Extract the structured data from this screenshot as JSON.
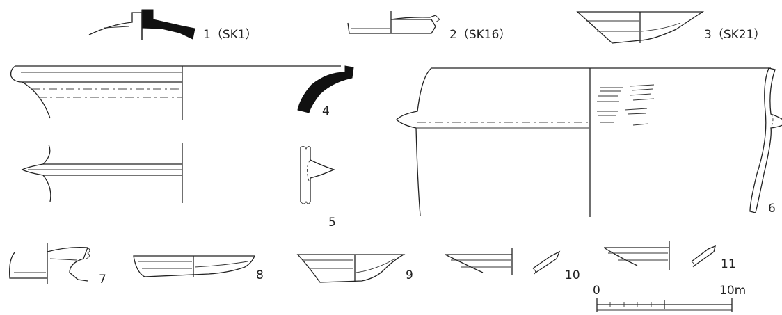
{
  "figures": [
    {
      "id": "sherd-1",
      "label": "1（SK1）"
    },
    {
      "id": "sherd-2",
      "label": "2（SK16）"
    },
    {
      "id": "sherd-3",
      "label": "3（SK21）"
    },
    {
      "id": "sherd-4",
      "label": "4"
    },
    {
      "id": "sherd-5",
      "label": "5"
    },
    {
      "id": "sherd-6",
      "label": "6"
    },
    {
      "id": "sherd-7",
      "label": "7"
    },
    {
      "id": "sherd-8",
      "label": "8"
    },
    {
      "id": "sherd-9",
      "label": "9"
    },
    {
      "id": "sherd-10",
      "label": "10"
    },
    {
      "id": "sherd-11",
      "label": "11"
    }
  ],
  "scale": {
    "start": "0",
    "end": "10m"
  }
}
